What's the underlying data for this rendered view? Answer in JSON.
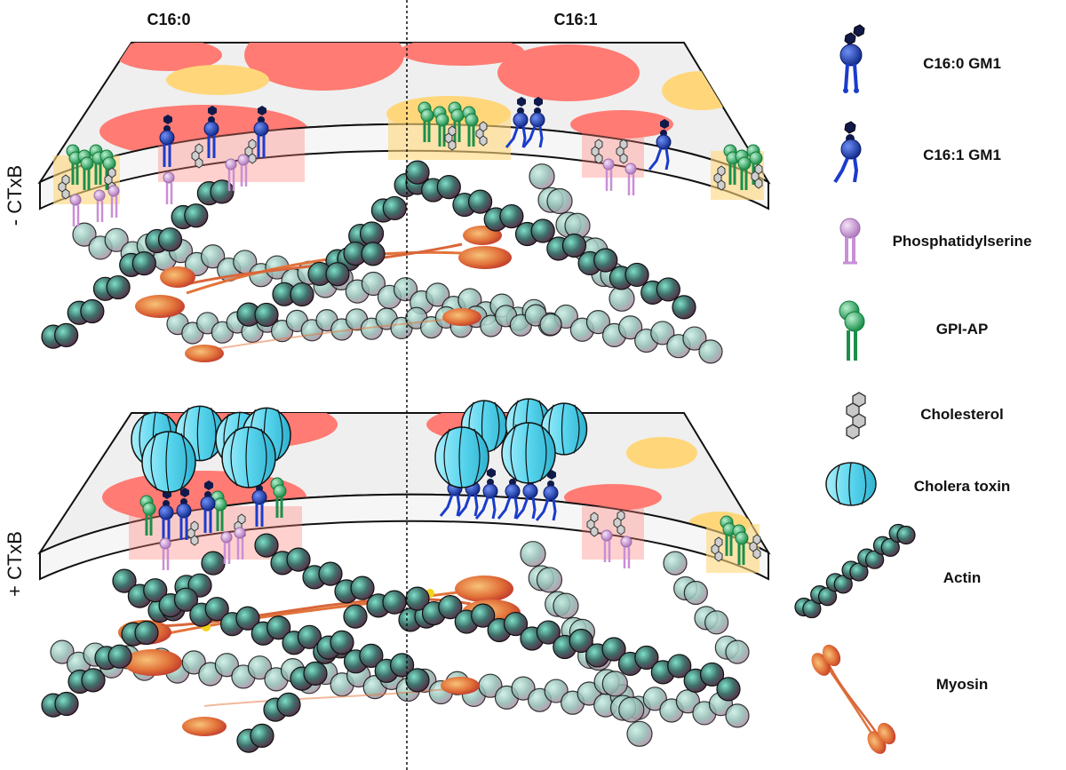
{
  "columns": {
    "left": "C16:0",
    "right": "C16:1"
  },
  "rows": {
    "top": "- CTxB",
    "bottom": "+ CTxB"
  },
  "legend": [
    {
      "label": "C16:0 GM1",
      "icon": "gm1-saturated-icon",
      "color": "#1a3ccc"
    },
    {
      "label": "C16:1 GM1",
      "icon": "gm1-unsaturated-icon",
      "color": "#1a3ccc"
    },
    {
      "label": "Phosphatidylserine",
      "icon": "phosphatidylserine-icon",
      "color": "#c98fd6"
    },
    {
      "label": "GPI-AP",
      "icon": "gpi-ap-icon",
      "color": "#1b8f4a"
    },
    {
      "label": "Cholesterol",
      "icon": "cholesterol-icon",
      "color": "#9a9a9a"
    },
    {
      "label": "Cholera toxin",
      "icon": "cholera-toxin-icon",
      "color": "#5ad6ef"
    },
    {
      "label": "Actin",
      "icon": "actin-icon",
      "color": "#4f8f88"
    },
    {
      "label": "Myosin",
      "icon": "myosin-icon",
      "color": "#e2733a"
    }
  ],
  "colors": {
    "membrane_fill": "#efefef",
    "raft_red": "#ff7b73",
    "raft_yellow": "#ffd77a",
    "actin_dark": "#2f4a49",
    "actin_light": "#8fb8b0",
    "myosin_head": "#e2733a",
    "toxin": "#5ad6ef"
  }
}
